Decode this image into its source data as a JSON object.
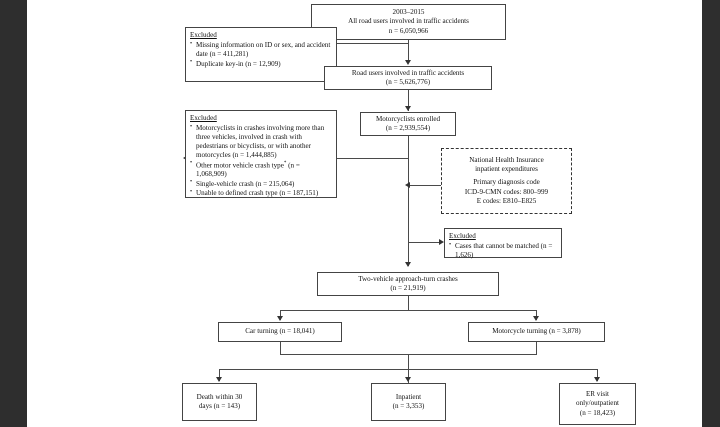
{
  "figure": {
    "type": "flowchart",
    "title": "Study population selection flowchart"
  },
  "nodes": {
    "top": {
      "line1": "2003–2015",
      "line2": "All road users involved in traffic accidents",
      "line3": "n = 6,050,966"
    },
    "road_users": {
      "line1": "Road users involved in traffic accidents",
      "line2": "(n = 5,626,776)"
    },
    "motorcyclists": {
      "line1": "Motorcyclists enrolled",
      "line2": "(n = 2,939,554)"
    },
    "nhi": {
      "line1": "National Health Insurance",
      "line2": "inpatient expenditures",
      "line3": "Primary diagnosis code",
      "line4": "ICD-9-CMN codes: 800–999",
      "line5": "E codes: E810–E825"
    },
    "approach_turn": {
      "line1": "Two-vehicle approach-turn crashes",
      "line2": "(n = 21,919)"
    },
    "car_turning": {
      "line1": "Car turning (n = 18,041)"
    },
    "motorcycle_turning": {
      "line1": "Motorcycle turning (n = 3,878)"
    },
    "death30": {
      "line1": "Death within 30",
      "line2": "days (n = 143)"
    },
    "inpatient": {
      "line1": "Inpatient",
      "line2": "(n = 3,353)"
    },
    "er_visit": {
      "line1": "ER visit",
      "line2": "only/outpatient",
      "line3": "(n = 18,423)"
    }
  },
  "excluded_1": {
    "title": "Excluded",
    "items": [
      "Missing information on ID or sex, and accident date (n = 411,281)",
      "Duplicate key-in (n = 12,909)"
    ]
  },
  "excluded_2": {
    "title": "Excluded",
    "items": [
      "Motorcyclists in crashes involving more than three vehicles, involved in crash with pedestrians or bicyclists, or with another motorcycles (n = 1,444,885)",
      "Other motor vehicle crash type∗ (n = 1,068,909)",
      "Single-vehicle crash (n = 215,064)",
      "Unable to defined crash type (n = 187,151)"
    ]
  },
  "excluded_3": {
    "title": "Excluded",
    "items": [
      "Cases that cannot be matched (n = 1,626)"
    ]
  },
  "colors": {
    "page_background": "#2e2e2e",
    "canvas": "#ffffff",
    "box_border": "#444444",
    "connector": "#4a4a4a",
    "text": "#111111"
  }
}
